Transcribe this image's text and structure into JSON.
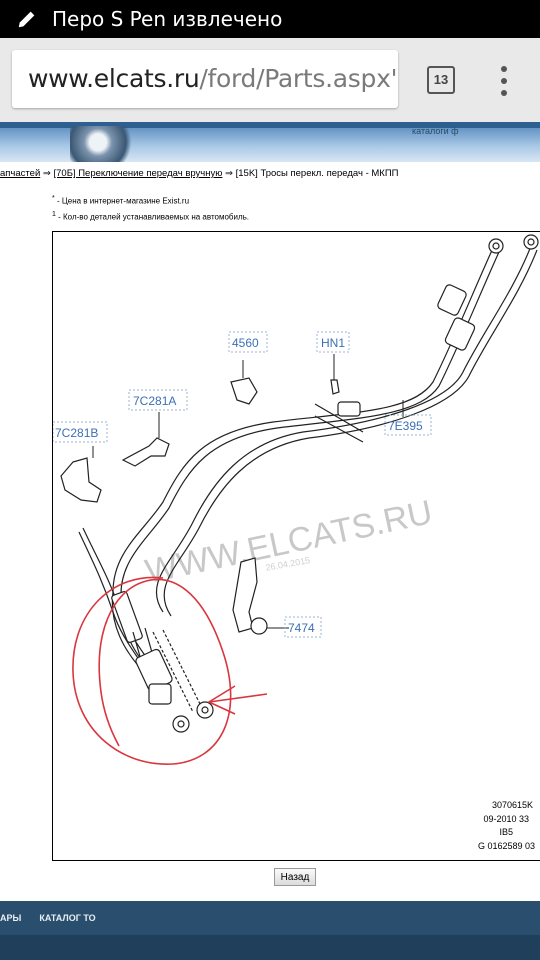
{
  "status_bar": {
    "text": "Перо S Pen извлечено"
  },
  "browser": {
    "url_host": "www.elcats.ru",
    "url_path": "/ford/Parts.aspx'",
    "tab_count": "13"
  },
  "banner": {
    "catalog_label": "каталоги ф"
  },
  "breadcrumb": {
    "part1": "апчастей",
    "sep1": " ⇒ ",
    "part2": "[70Б] Переключение передач вручную",
    "sep2": " ⇒ ",
    "part3": "[15K] Тросы перекл. передач - МКПП"
  },
  "notes": {
    "n1_mark": "*",
    "n1": " - Цена в интернет-магазине Exist.ru",
    "n2_mark": "1",
    "n2": " - Кол-во деталей устанавливаемых на автомобиль."
  },
  "diagram": {
    "labels": {
      "p4560": "4560",
      "hn1": "HN1",
      "p7c281a": "7C281A",
      "p7c281b": "7C281B",
      "p7e395": "7E395",
      "p7474": "7474"
    },
    "watermark": "WWW.ELCATS.RU",
    "date_stamp": "26.04.2015",
    "ref_lines": [
      "3070615K",
      "09-2010 33",
      "IB5",
      "G 0162589 03"
    ]
  },
  "back_button": "Назад",
  "footer": {
    "item1": "АРЫ",
    "item2": "КАТАЛОГ ТО"
  },
  "colors": {
    "annotation": "#d9363e",
    "part_label": "#3b6fb6",
    "footer": "#2a4f6e"
  }
}
